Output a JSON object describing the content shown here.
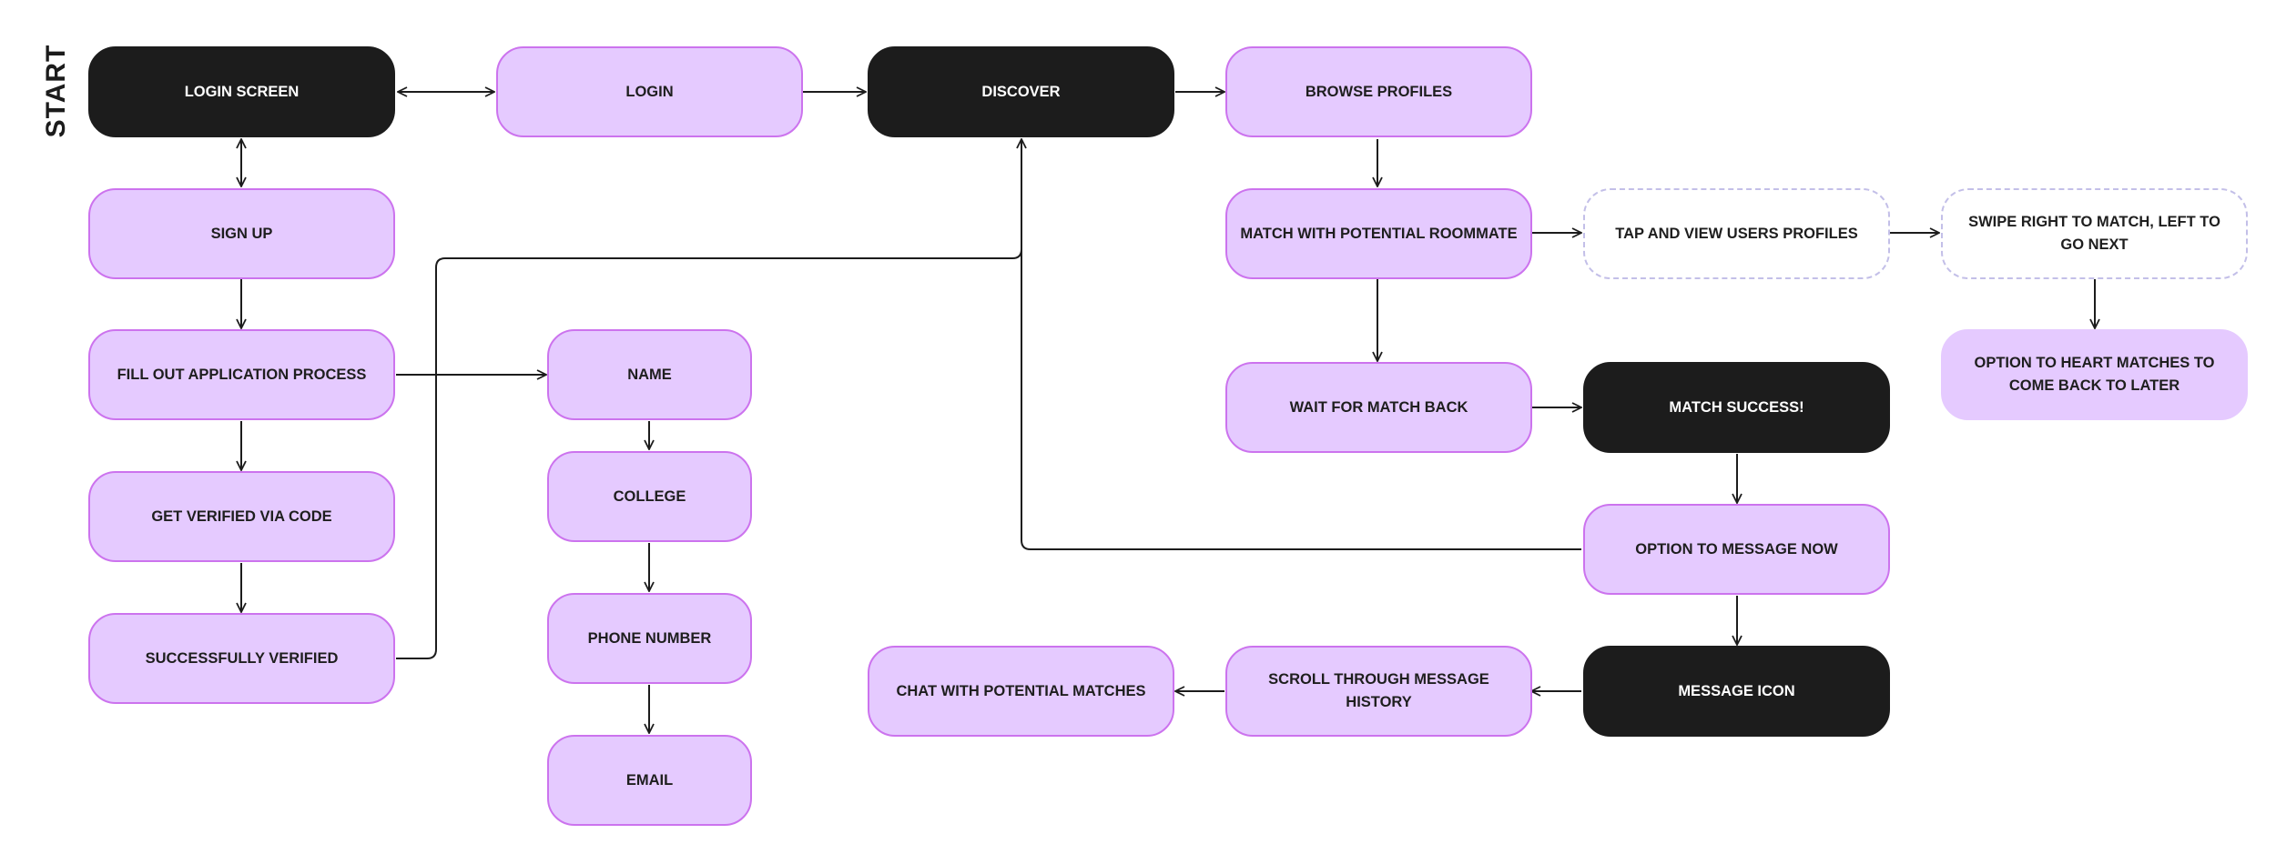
{
  "diagram": {
    "start_label": "START",
    "nodes": {
      "login_screen": "LOGIN SCREEN",
      "login": "LOGIN",
      "discover": "DISCOVER",
      "browse_profiles": "BROWSE PROFILES",
      "sign_up": "SIGN UP",
      "match_roommate": "MATCH WITH POTENTIAL ROOMMATE",
      "tap_view_profiles": "TAP AND VIEW USERS PROFILES",
      "swipe": "SWIPE RIGHT TO MATCH, LEFT TO GO NEXT",
      "fill_application": "FILL OUT APPLICATION PROCESS",
      "name": "NAME",
      "option_heart": "OPTION TO HEART MATCHES TO COME BACK TO LATER",
      "wait_match_back": "WAIT FOR MATCH BACK",
      "match_success": "MATCH SUCCESS!",
      "college": "COLLEGE",
      "get_verified": "GET VERIFIED VIA CODE",
      "option_message": "OPTION TO MESSAGE NOW",
      "phone_number": "PHONE NUMBER",
      "successfully_verified": "SUCCESSFULLY VERIFIED",
      "chat_matches": "CHAT WITH POTENTIAL MATCHES",
      "scroll_history": "SCROLL THROUGH MESSAGE HISTORY",
      "message_icon": "MESSAGE ICON",
      "email": "EMAIL"
    },
    "colors": {
      "dark_fill": "#1c1c1c",
      "light_fill": "#e5caff",
      "light_border": "#cc73ee",
      "outline_border": "#c3bfe8",
      "line": "#1c1c1c"
    }
  }
}
